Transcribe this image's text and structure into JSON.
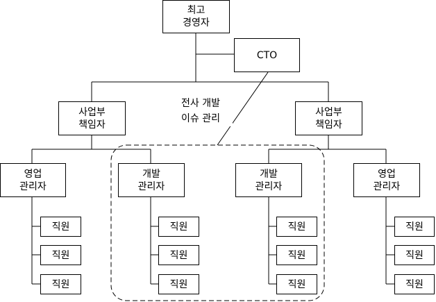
{
  "ceo": {
    "line1": "최고",
    "line2": "경영자"
  },
  "cto": {
    "label": "CTO"
  },
  "note": {
    "line1": "전사 개발",
    "line2": "이슈 관리"
  },
  "division_left": {
    "line1": "사업부",
    "line2": "책임자"
  },
  "division_right": {
    "line1": "사업부",
    "line2": "책임자"
  },
  "managers": [
    {
      "line1": "영업",
      "line2": "관리자"
    },
    {
      "line1": "개발",
      "line2": "관리자"
    },
    {
      "line1": "개발",
      "line2": "관리자"
    },
    {
      "line1": "영업",
      "line2": "관리자"
    }
  ],
  "staff_label": "직원"
}
